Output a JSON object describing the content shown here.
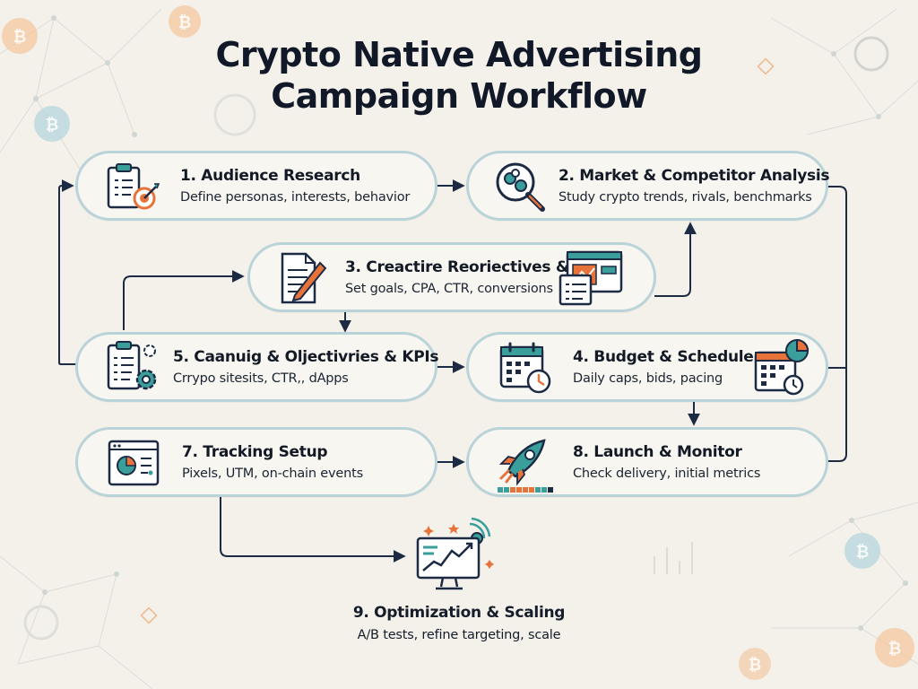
{
  "title": {
    "line1": "Crypto Native Advertising",
    "line2": "Campaign Workflow"
  },
  "colors": {
    "navy": "#1c2a44",
    "teal": "#3a9e9a",
    "orange": "#e8733a",
    "box_border": "#b9d3d8",
    "background": "#f3f1ea"
  },
  "steps": [
    {
      "id": "s1",
      "title": "1. Audience Research",
      "desc": "Define personas, interests, behavior",
      "icon": "clipboard-target-icon"
    },
    {
      "id": "s2",
      "title": "2. Market & Competitor Analysis",
      "desc": "Study crypto trends, rivals, benchmarks",
      "icon": "magnifier-gears-icon"
    },
    {
      "id": "s3",
      "title": "3. Creactire Reoriectives  &",
      "desc": "Set goals, CPA, CTR, conversions",
      "icon": "document-pen-icon",
      "icon2": "browser-chart-icon"
    },
    {
      "id": "s5",
      "title": "5. Caanuig & Oljectivries & KPIs",
      "desc": "Crrypo sitesits, CTR,, dApps",
      "icon": "checklist-gears-icon"
    },
    {
      "id": "s4",
      "title": "4. Budget & Schedule",
      "desc": "Daily caps, bids, pacing",
      "icon": "calendar-clock-icon",
      "icon2": "calendar-pie-icon"
    },
    {
      "id": "s7",
      "title": "7. Tracking Setup",
      "desc": "Pixels, UTM, on-chain events",
      "icon": "analytics-window-icon"
    },
    {
      "id": "s8",
      "title": "8. Launch & Monitor",
      "desc": "Check delivery, initial metrics",
      "icon": "rocket-icon"
    },
    {
      "id": "s9",
      "title": "9. Optimization & Scaling",
      "desc": "A/B tests, refine targeting, scale",
      "icon": "monitor-growth-icon"
    }
  ]
}
